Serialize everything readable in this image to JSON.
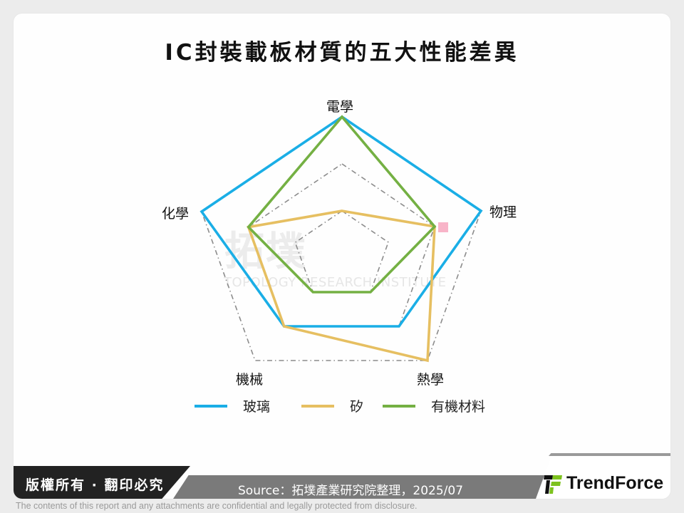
{
  "title": "IC封裝載板材質的五大性能差異",
  "chart_data": {
    "type": "radar",
    "title": "IC封裝載板材質的五大性能差異",
    "axes": [
      "電學",
      "物理",
      "熱學",
      "機械",
      "化學"
    ],
    "scale": {
      "min": 0,
      "max": 3,
      "gridlines": [
        1,
        2,
        3
      ],
      "grid_style": "dash-dot",
      "grid_color": "#8c8c8c"
    },
    "series": [
      {
        "name": "玻璃",
        "color": "#1aaee6",
        "values": [
          3,
          3,
          2,
          2,
          3
        ]
      },
      {
        "name": "矽",
        "color": "#e6bf61",
        "values": [
          1,
          2,
          3,
          2,
          2
        ]
      },
      {
        "name": "有機材料",
        "color": "#74b043",
        "values": [
          3,
          2,
          1,
          1,
          2
        ]
      }
    ],
    "legend_position": "bottom"
  },
  "legend": [
    {
      "label": "玻璃",
      "color": "#1aaee6"
    },
    {
      "label": "矽",
      "color": "#e6bf61"
    },
    {
      "label": "有機材料",
      "color": "#74b043"
    }
  ],
  "watermark": {
    "cn": "拓墣",
    "en": "TOPOLOGY RESEARCH INSTITUTE"
  },
  "footer": {
    "copyright": "版權所有 · 翻印必究",
    "source": "Source：拓墣產業研究院整理，2025/07",
    "brand": "TrendForce",
    "disclaimer": "The contents of this report and any attachments are confidential and legally protected from disclosure."
  }
}
